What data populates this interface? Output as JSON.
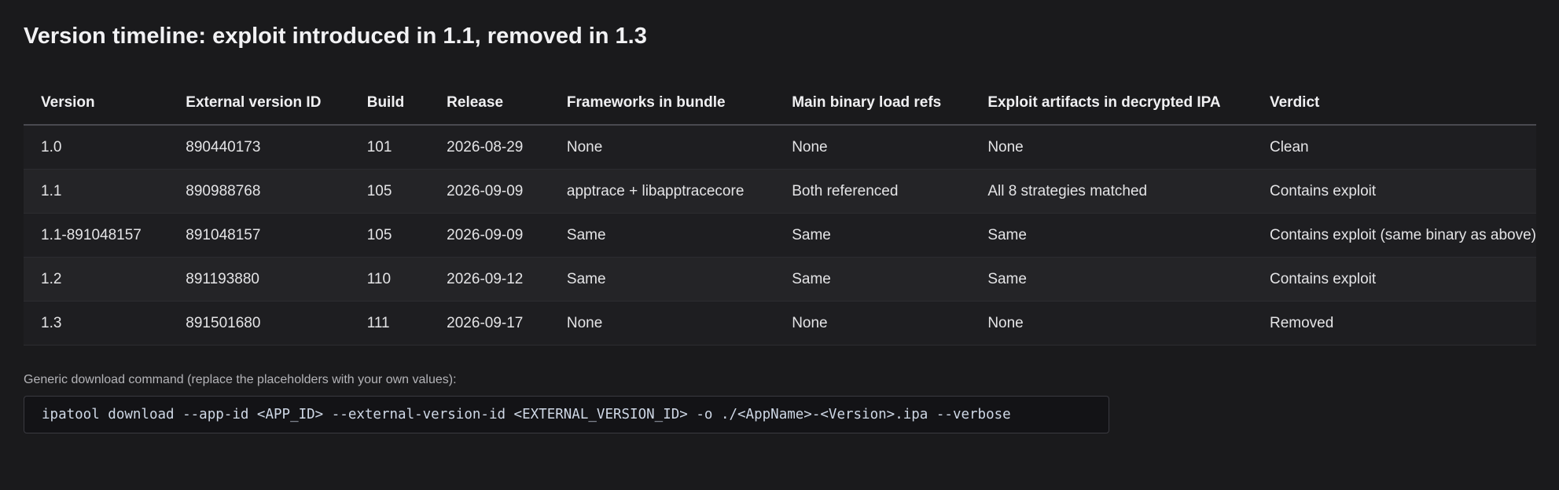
{
  "title": "Version timeline: exploit introduced in 1.1, removed in 1.3",
  "table": {
    "headers": [
      "Version",
      "External version ID",
      "Build",
      "Release",
      "Frameworks in bundle",
      "Main binary load refs",
      "Exploit artifacts in decrypted IPA",
      "Verdict"
    ],
    "rows": [
      [
        "1.0",
        "890440173",
        "101",
        "2026-08-29",
        "None",
        "None",
        "None",
        "Clean"
      ],
      [
        "1.1",
        "890988768",
        "105",
        "2026-09-09",
        "apptrace + libapptracecore",
        "Both referenced",
        "All 8 strategies matched",
        "Contains exploit"
      ],
      [
        "1.1-891048157",
        "891048157",
        "105",
        "2026-09-09",
        "Same",
        "Same",
        "Same",
        "Contains exploit (same binary as above)"
      ],
      [
        "1.2",
        "891193880",
        "110",
        "2026-09-12",
        "Same",
        "Same",
        "Same",
        "Contains exploit"
      ],
      [
        "1.3",
        "891501680",
        "111",
        "2026-09-17",
        "None",
        "None",
        "None",
        "Removed"
      ]
    ]
  },
  "download": {
    "note": "Generic download command (replace the placeholders with your own values):",
    "command": "ipatool download --app-id <APP_ID> --external-version-id <EXTERNAL_VERSION_ID> -o ./<AppName>-<Version>.ipa --verbose"
  }
}
